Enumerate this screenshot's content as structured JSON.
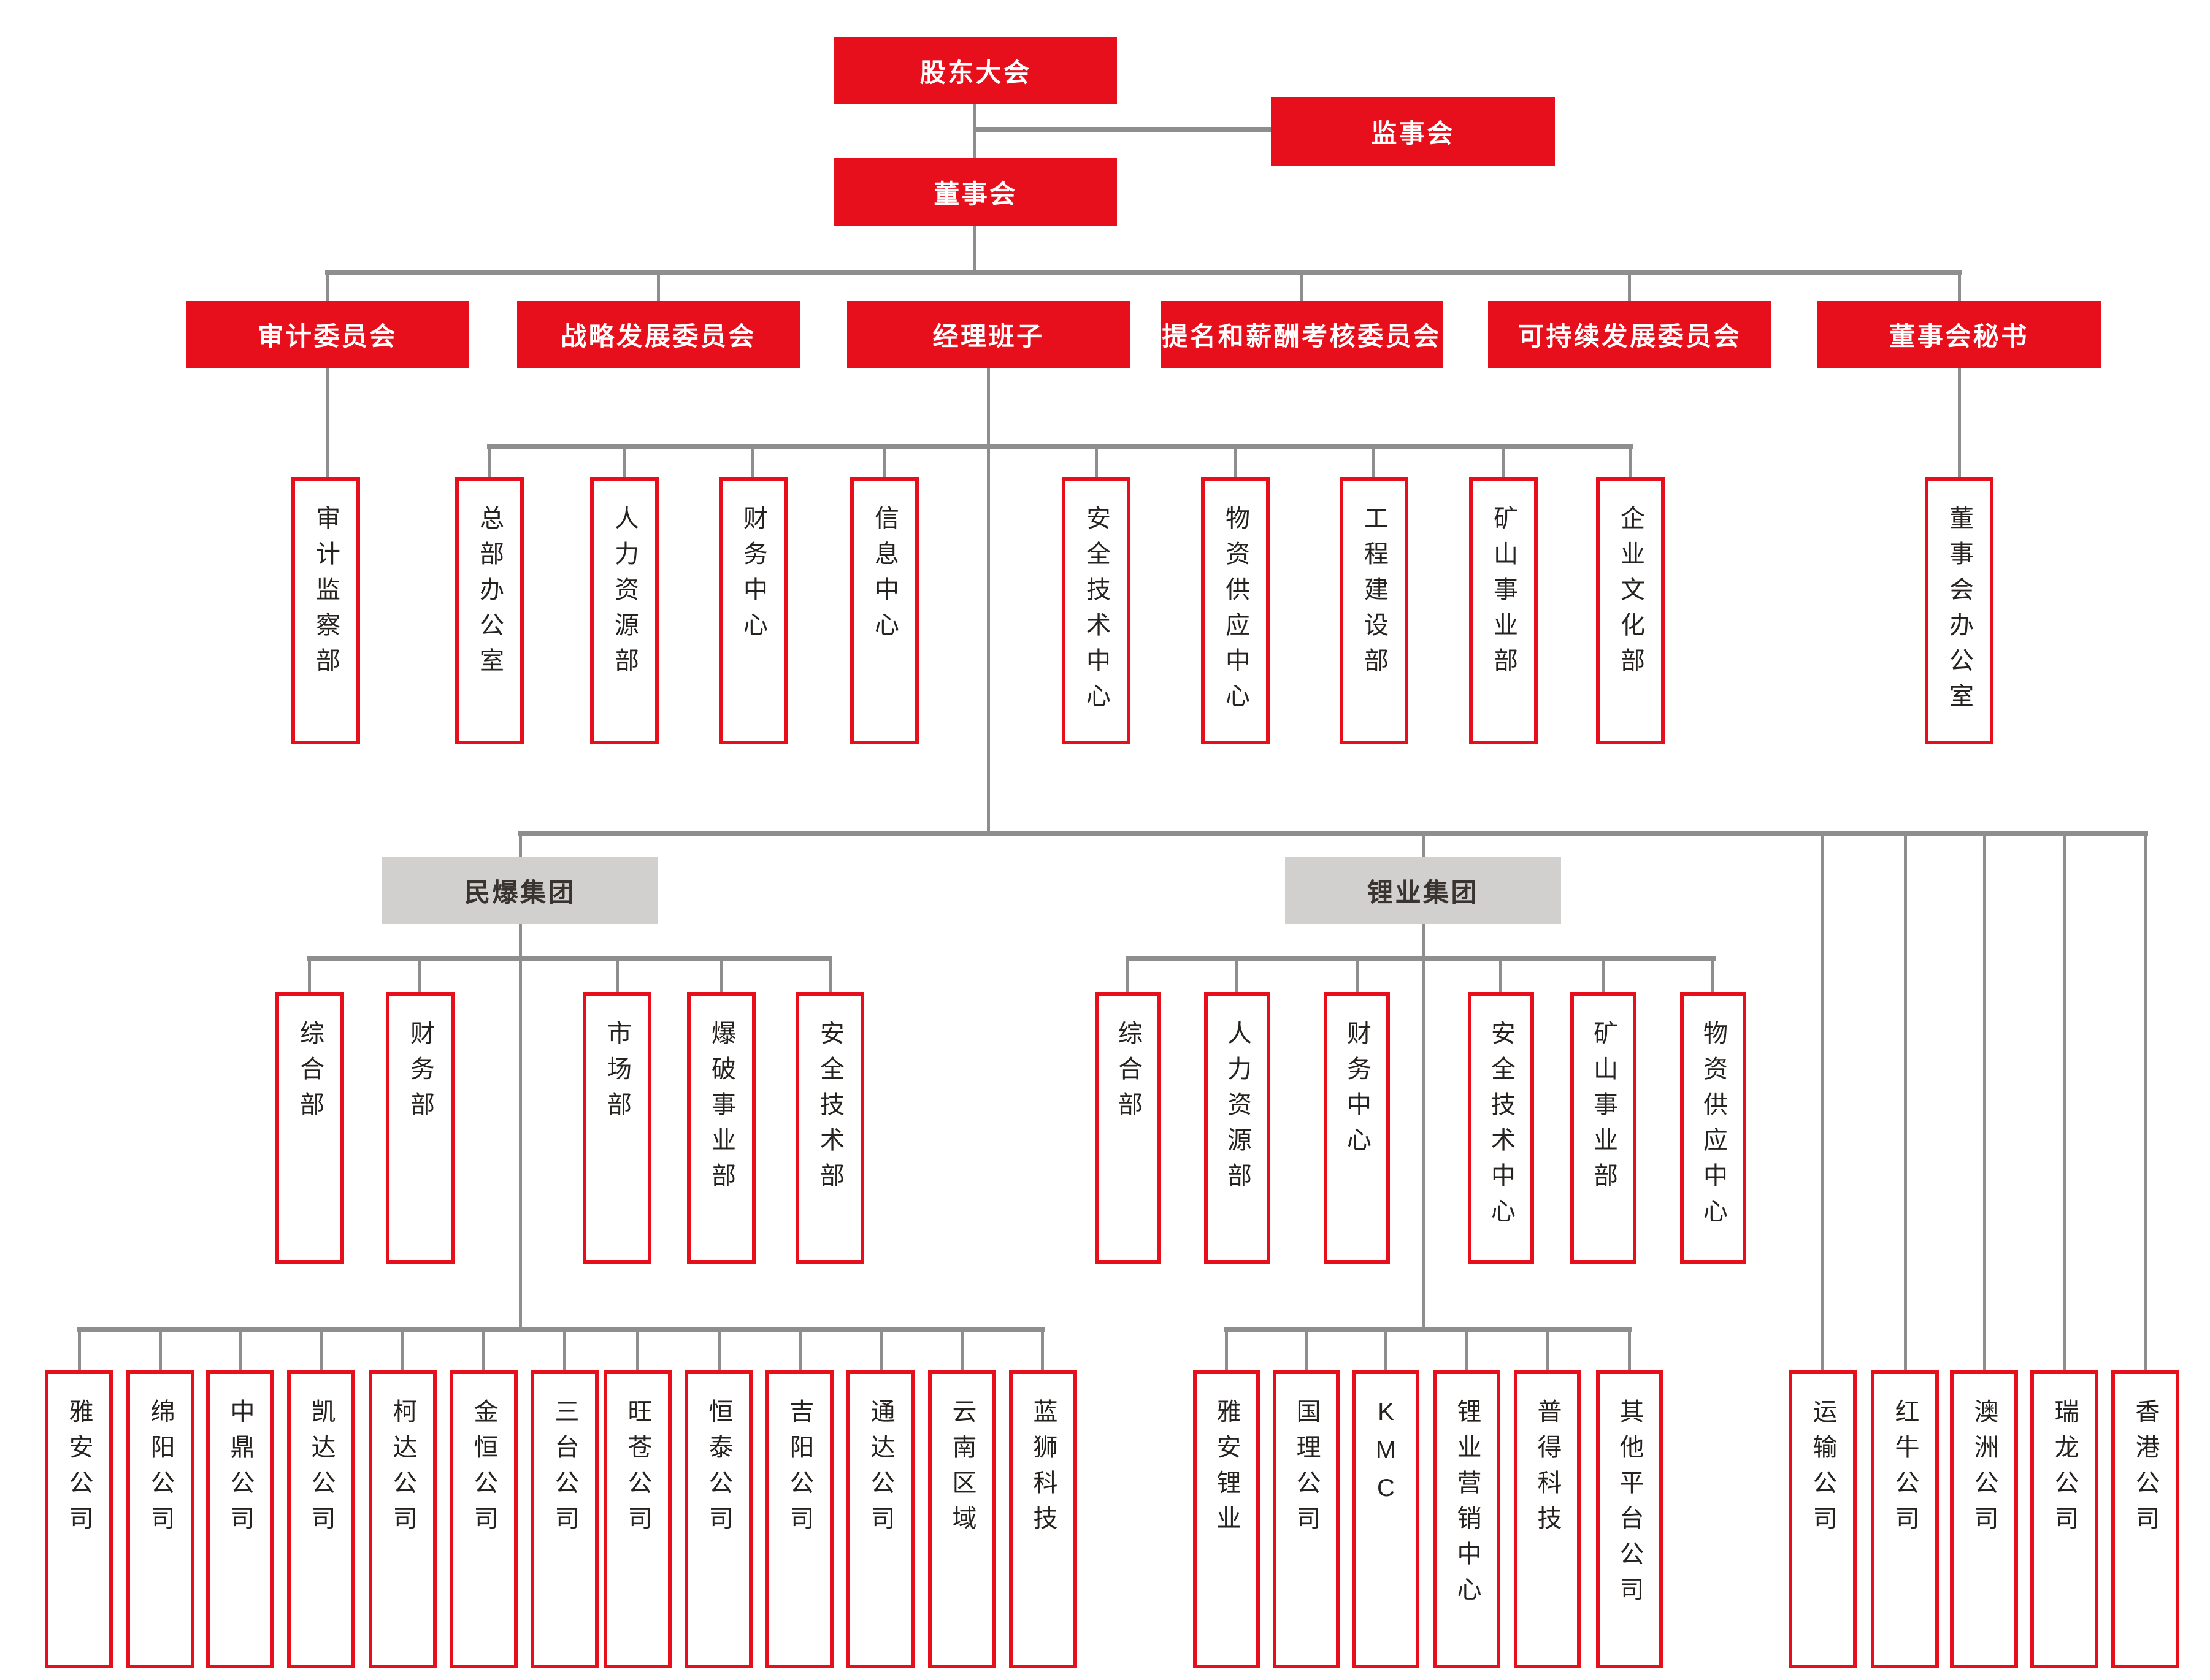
{
  "palette": {
    "box_red": "#e60f1b",
    "group_gray": "#d1d0cf",
    "connector_gray": "#8e8e8e",
    "text_dark": "#262220",
    "text_white": "#ffffff"
  },
  "nodes": [
    {
      "id": "shareholders-meeting",
      "label": "股东大会",
      "parent": null
    },
    {
      "id": "supervisory-board",
      "label": "监事会",
      "parent": "shareholders-meeting"
    },
    {
      "id": "board-of-directors",
      "label": "董事会",
      "parent": "shareholders-meeting"
    },
    {
      "id": "audit-committee",
      "label": "审计委员会",
      "parent": "board-of-directors"
    },
    {
      "id": "strategy-development-committee",
      "label": "战略发展委员会",
      "parent": "board-of-directors"
    },
    {
      "id": "management-team",
      "label": "经理班子",
      "parent": "board-of-directors"
    },
    {
      "id": "nomination-remuneration-committee",
      "label": "提名和薪酬考核委员会",
      "parent": "board-of-directors"
    },
    {
      "id": "sustainable-development-committee",
      "label": "可持续发展委员会",
      "parent": "board-of-directors"
    },
    {
      "id": "board-secretary",
      "label": "董事会秘书",
      "parent": "board-of-directors"
    },
    {
      "id": "audit-supervision-dept",
      "label": "审计监察部",
      "parent": "audit-committee"
    },
    {
      "id": "hq-office",
      "label": "总部办公室",
      "parent": "management-team"
    },
    {
      "id": "hr-dept",
      "label": "人力资源部",
      "parent": "management-team"
    },
    {
      "id": "finance-center",
      "label": "财务中心",
      "parent": "management-team"
    },
    {
      "id": "information-center",
      "label": "信息中心",
      "parent": "management-team"
    },
    {
      "id": "safety-tech-center",
      "label": "安全技术中心",
      "parent": "management-team"
    },
    {
      "id": "material-supply-center",
      "label": "物资供应中心",
      "parent": "management-team"
    },
    {
      "id": "engineering-construction-dept",
      "label": "工程建设部",
      "parent": "management-team"
    },
    {
      "id": "mining-division",
      "label": "矿山事业部",
      "parent": "management-team"
    },
    {
      "id": "corporate-culture-dept",
      "label": "企业文化部",
      "parent": "management-team"
    },
    {
      "id": "board-office",
      "label": "董事会办公室",
      "parent": "board-secretary"
    },
    {
      "id": "civil-explosives-group",
      "label": "民爆集团",
      "parent": "management-team"
    },
    {
      "id": "lithium-group",
      "label": "锂业集团",
      "parent": "management-team"
    },
    {
      "id": "me-general-dept",
      "label": "综合部",
      "parent": "civil-explosives-group"
    },
    {
      "id": "me-finance-dept",
      "label": "财务部",
      "parent": "civil-explosives-group"
    },
    {
      "id": "me-market-dept",
      "label": "市场部",
      "parent": "civil-explosives-group"
    },
    {
      "id": "me-blasting-division",
      "label": "爆破事业部",
      "parent": "civil-explosives-group"
    },
    {
      "id": "me-safety-tech-dept",
      "label": "安全技术部",
      "parent": "civil-explosives-group"
    },
    {
      "id": "li-general-dept",
      "label": "综合部",
      "parent": "lithium-group"
    },
    {
      "id": "li-hr-dept",
      "label": "人力资源部",
      "parent": "lithium-group"
    },
    {
      "id": "li-finance-center",
      "label": "财务中心",
      "parent": "lithium-group"
    },
    {
      "id": "li-safety-tech-center",
      "label": "安全技术中心",
      "parent": "lithium-group"
    },
    {
      "id": "li-mining-division",
      "label": "矿山事业部",
      "parent": "lithium-group"
    },
    {
      "id": "li-material-supply-center",
      "label": "物资供应中心",
      "parent": "lithium-group"
    },
    {
      "id": "yaan-co",
      "label": "雅安公司",
      "parent": "civil-explosives-group"
    },
    {
      "id": "mianyang-co",
      "label": "绵阳公司",
      "parent": "civil-explosives-group"
    },
    {
      "id": "zhongding-co",
      "label": "中鼎公司",
      "parent": "civil-explosives-group"
    },
    {
      "id": "kaida-co",
      "label": "凯达公司",
      "parent": "civil-explosives-group"
    },
    {
      "id": "keda-co",
      "label": "柯达公司",
      "parent": "civil-explosives-group"
    },
    {
      "id": "jinheng-co",
      "label": "金恒公司",
      "parent": "civil-explosives-group"
    },
    {
      "id": "santai-co",
      "label": "三台公司",
      "parent": "civil-explosives-group"
    },
    {
      "id": "wangcang-co",
      "label": "旺苍公司",
      "parent": "civil-explosives-group"
    },
    {
      "id": "hengtai-co",
      "label": "恒泰公司",
      "parent": "civil-explosives-group"
    },
    {
      "id": "jiyang-co",
      "label": "吉阳公司",
      "parent": "civil-explosives-group"
    },
    {
      "id": "tongda-co",
      "label": "通达公司",
      "parent": "civil-explosives-group"
    },
    {
      "id": "yunnan-region",
      "label": "云南区域",
      "parent": "civil-explosives-group"
    },
    {
      "id": "lanshi-tech",
      "label": "蓝狮科技",
      "parent": "civil-explosives-group"
    },
    {
      "id": "yaan-lithium",
      "label": "雅安锂业",
      "parent": "lithium-group"
    },
    {
      "id": "guoli-co",
      "label": "国理公司",
      "parent": "lithium-group"
    },
    {
      "id": "kmc",
      "label": "KMC",
      "parent": "lithium-group"
    },
    {
      "id": "lithium-marketing-center",
      "label": "锂业营销中心",
      "parent": "lithium-group"
    },
    {
      "id": "pude-tech",
      "label": "普得科技",
      "parent": "lithium-group"
    },
    {
      "id": "other-platform-co",
      "label": "其他平台公司",
      "parent": "lithium-group"
    },
    {
      "id": "transport-co",
      "label": "运输公司",
      "parent": "management-team"
    },
    {
      "id": "hongniu-co",
      "label": "红牛公司",
      "parent": "management-team"
    },
    {
      "id": "australia-co",
      "label": "澳洲公司",
      "parent": "management-team"
    },
    {
      "id": "ruilong-co",
      "label": "瑞龙公司",
      "parent": "management-team"
    },
    {
      "id": "hongkong-co",
      "label": "香港公司",
      "parent": "management-team"
    }
  ]
}
